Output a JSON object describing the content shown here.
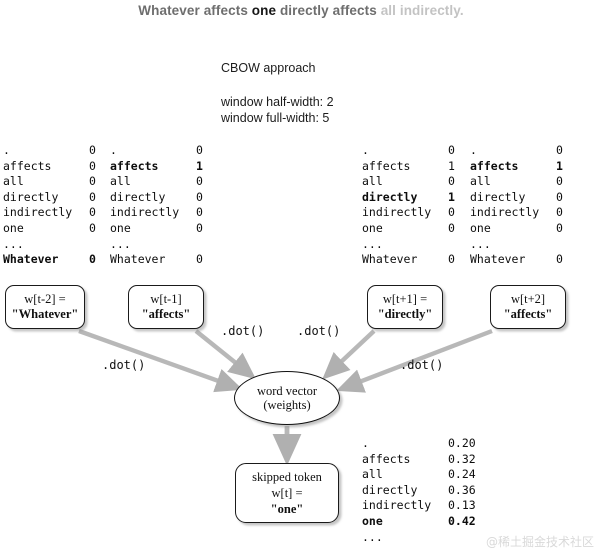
{
  "headline": {
    "part1": "Whatever affects ",
    "focus": "one",
    "part2": " directly affects ",
    "faded": "all indirectly."
  },
  "caption": {
    "title": "CBOW approach",
    "half_width": "window half-width: 2",
    "full_width": "window full-width: 5"
  },
  "vocabulary": [
    ".",
    "affects",
    "all",
    "directly",
    "indirectly",
    "one",
    "...",
    "Whatever"
  ],
  "onehot_columns": [
    {
      "name": "w[t-2]",
      "rows": [
        {
          "label": ".",
          "value": "0",
          "bold": false
        },
        {
          "label": "affects",
          "value": "0",
          "bold": false
        },
        {
          "label": "all",
          "value": "0",
          "bold": false
        },
        {
          "label": "directly",
          "value": "0",
          "bold": false
        },
        {
          "label": "indirectly",
          "value": "0",
          "bold": false
        },
        {
          "label": "one",
          "value": "0",
          "bold": false
        },
        {
          "label": "...",
          "value": "",
          "bold": false
        },
        {
          "label": "Whatever",
          "value": "0",
          "bold": true
        }
      ]
    },
    {
      "name": "w[t-1]",
      "rows": [
        {
          "label": ".",
          "value": "0",
          "bold": false
        },
        {
          "label": "affects",
          "value": "1",
          "bold": true
        },
        {
          "label": "all",
          "value": "0",
          "bold": false
        },
        {
          "label": "directly",
          "value": "0",
          "bold": false
        },
        {
          "label": "indirectly",
          "value": "0",
          "bold": false
        },
        {
          "label": "one",
          "value": "0",
          "bold": false
        },
        {
          "label": "...",
          "value": "",
          "bold": false
        },
        {
          "label": "Whatever",
          "value": "0",
          "bold": false
        }
      ]
    },
    {
      "name": "w[t+1]",
      "rows": [
        {
          "label": ".",
          "value": "0",
          "bold": false
        },
        {
          "label": "affects",
          "value": "1",
          "bold": false
        },
        {
          "label": "all",
          "value": "0",
          "bold": false
        },
        {
          "label": "directly",
          "value": "1",
          "bold": true
        },
        {
          "label": "indirectly",
          "value": "0",
          "bold": false
        },
        {
          "label": "one",
          "value": "0",
          "bold": false
        },
        {
          "label": "...",
          "value": "",
          "bold": false
        },
        {
          "label": "Whatever",
          "value": "0",
          "bold": false
        }
      ]
    },
    {
      "name": "w[t+2]",
      "rows": [
        {
          "label": ".",
          "value": "0",
          "bold": false
        },
        {
          "label": "affects",
          "value": "1",
          "bold": true
        },
        {
          "label": "all",
          "value": "0",
          "bold": false
        },
        {
          "label": "directly",
          "value": "0",
          "bold": false
        },
        {
          "label": "indirectly",
          "value": "0",
          "bold": false
        },
        {
          "label": "one",
          "value": "0",
          "bold": false
        },
        {
          "label": "...",
          "value": "",
          "bold": false
        },
        {
          "label": "Whatever",
          "value": "0",
          "bold": false
        }
      ]
    }
  ],
  "output_probabilities": {
    "rows": [
      {
        "label": ".",
        "value": "0.20",
        "bold": false
      },
      {
        "label": "affects",
        "value": "0.32",
        "bold": false
      },
      {
        "label": "all",
        "value": "0.24",
        "bold": false
      },
      {
        "label": "directly",
        "value": "0.36",
        "bold": false
      },
      {
        "label": "indirectly",
        "value": "0.13",
        "bold": false
      },
      {
        "label": "one",
        "value": "0.42",
        "bold": true
      },
      {
        "label": "...",
        "value": "",
        "bold": false
      }
    ]
  },
  "nodes": {
    "w_t_minus_2": {
      "line1": "w[t-2] =",
      "line2": "\"Whatever\""
    },
    "w_t_minus_1": {
      "line1": "w[t-1]",
      "line2": "\"affects\""
    },
    "w_t_plus_1": {
      "line1": "w[t+1] =",
      "line2": "\"directly\""
    },
    "w_t_plus_2": {
      "line1": "w[t+2]",
      "line2": "\"affects\""
    },
    "word_vector": {
      "line1": "word vector",
      "line2": "(weights)"
    },
    "skipped": {
      "line1": "skipped token",
      "line2": "w[t] =",
      "line3": "\"one\""
    }
  },
  "edge_labels": {
    "dot1": ".dot()",
    "dot2": ".dot()",
    "dot3": ".dot()",
    "dot4": ".dot()"
  },
  "watermark": "@稀土掘金技术社区",
  "colors": {
    "background": "#ffffff",
    "headline_gray": "#6e6e6e",
    "headline_focus": "#161616",
    "headline_faded": "#c3c3c3",
    "text": "#0d0d0d",
    "arrow_gray": "#b4b4b4",
    "border": "#1a1a1a",
    "watermark": "#d9d9d9"
  }
}
